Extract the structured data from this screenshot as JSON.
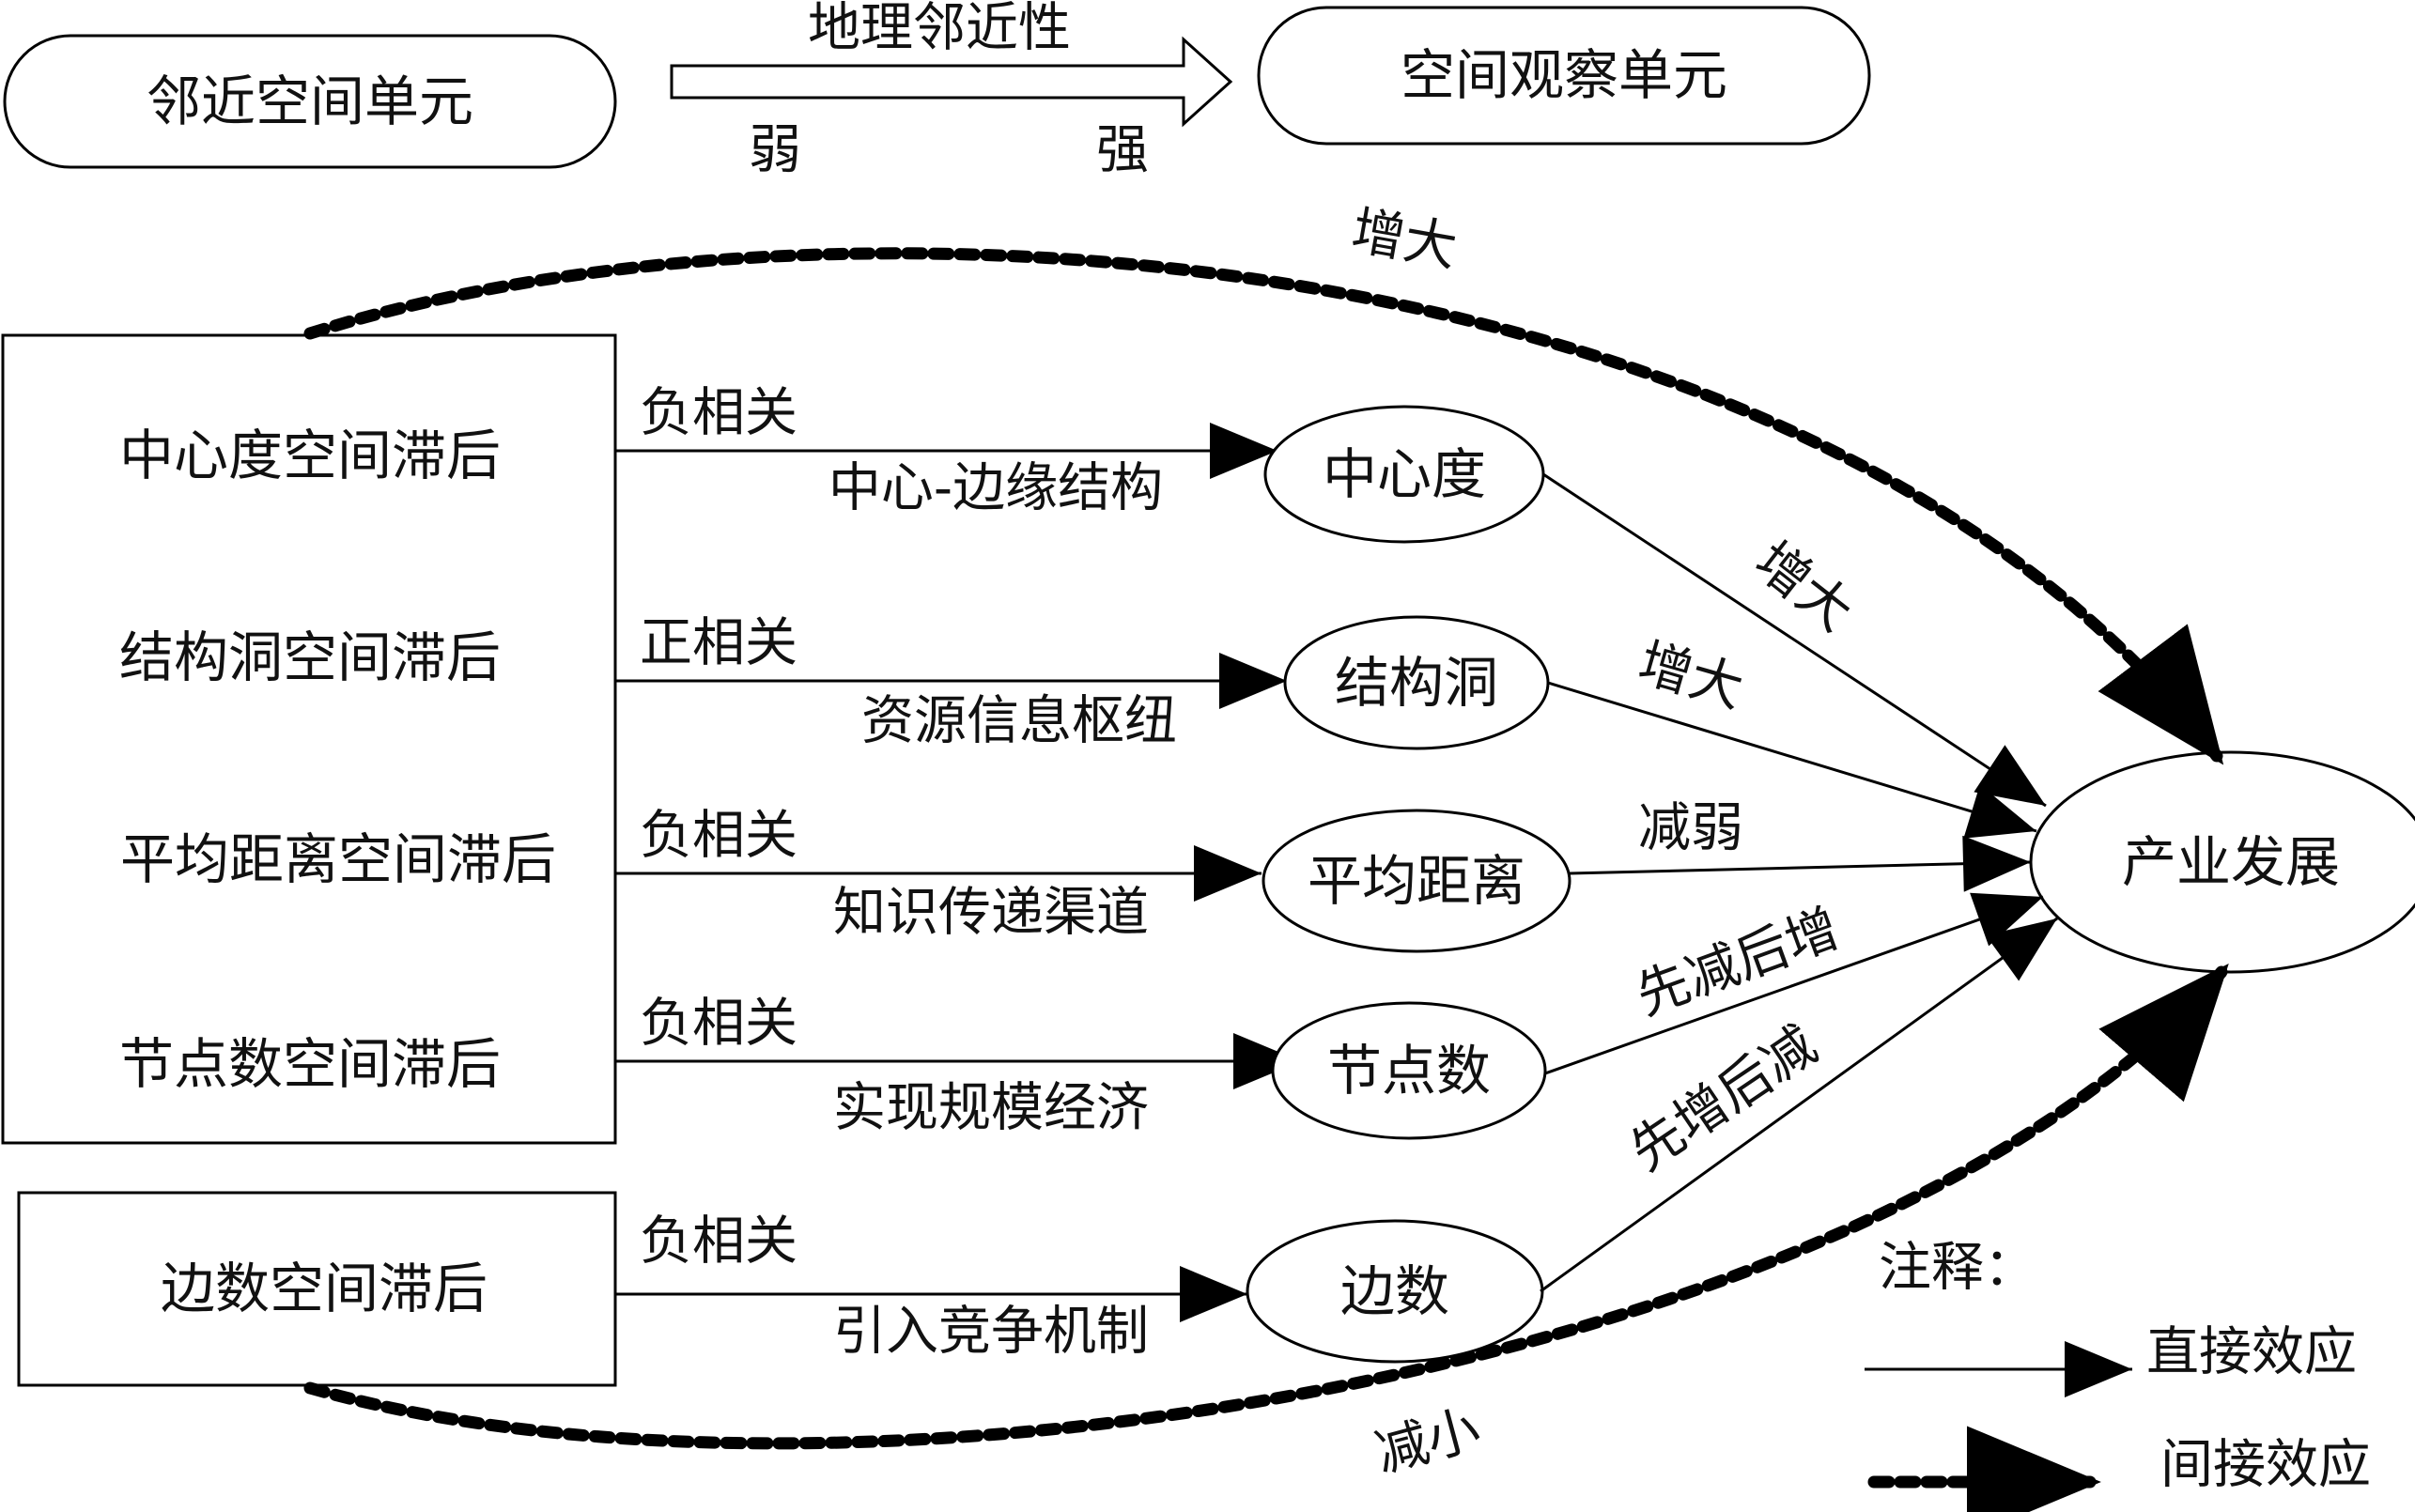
{
  "legend_top": {
    "left_node": "邻近空间单元",
    "right_node": "空间观察单元",
    "arrow_label": "地理邻近性",
    "weak": "弱",
    "strong": "强"
  },
  "lag_box": {
    "items": [
      "中心度空间滞后",
      "结构洞空间滞后",
      "平均距离空间滞后",
      "节点数空间滞后"
    ]
  },
  "edge_lag": "边数空间滞后",
  "mediators": [
    {
      "node": "中心度",
      "correlation": "负相关",
      "mechanism": "中心-边缘结构",
      "effect": "增大"
    },
    {
      "node": "结构洞",
      "correlation": "正相关",
      "mechanism": "资源信息枢纽",
      "effect": "增大"
    },
    {
      "node": "平均距离",
      "correlation": "负相关",
      "mechanism": "知识传递渠道",
      "effect": "减弱"
    },
    {
      "node": "节点数",
      "correlation": "负相关",
      "mechanism": "实现规模经济",
      "effect": "先减后增"
    },
    {
      "node": "边数",
      "correlation": "负相关",
      "mechanism": "引入竞争机制",
      "effect": "先增后减"
    }
  ],
  "target": "产业发展",
  "indirect_top_label": "增大",
  "indirect_bottom_label": "减小",
  "legend": {
    "title": "注释：",
    "direct": "直接效应",
    "indirect": "间接效应"
  }
}
